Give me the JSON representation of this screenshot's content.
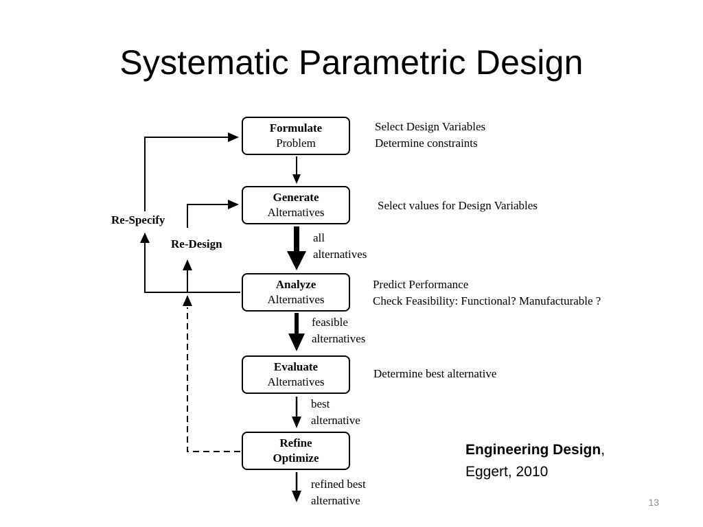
{
  "slide": {
    "title": "Systematic Parametric Design",
    "page_number": "13"
  },
  "steps": [
    {
      "line1": "Formulate",
      "line2": "Problem"
    },
    {
      "line1": "Generate",
      "line2": "Alternatives"
    },
    {
      "line1": "Analyze",
      "line2": "Alternatives"
    },
    {
      "line1": "Evaluate",
      "line2": "Alternatives"
    },
    {
      "line1": "Refine",
      "line2": "Optimize"
    }
  ],
  "notes": {
    "formulate": [
      "Select Design Variables",
      "Determine constraints"
    ],
    "generate": [
      "Select values for Design Variables"
    ],
    "analyze": [
      "Predict Performance",
      "Check Feasibility: Functional? Manufacturable ?"
    ],
    "evaluate": [
      "Determine best alternative"
    ]
  },
  "flow_labels": {
    "after_generate": [
      "all",
      "alternatives"
    ],
    "after_analyze": [
      "feasible",
      "alternatives"
    ],
    "after_evaluate": [
      "best",
      "alternative"
    ],
    "after_refine": [
      "refined best",
      "alternative"
    ]
  },
  "loops": {
    "respecify": "Re-Specify",
    "redesign": "Re-Design"
  },
  "reference": {
    "title": "Engineering Design",
    "separator": ",",
    "author_year": "Eggert, 2010"
  }
}
